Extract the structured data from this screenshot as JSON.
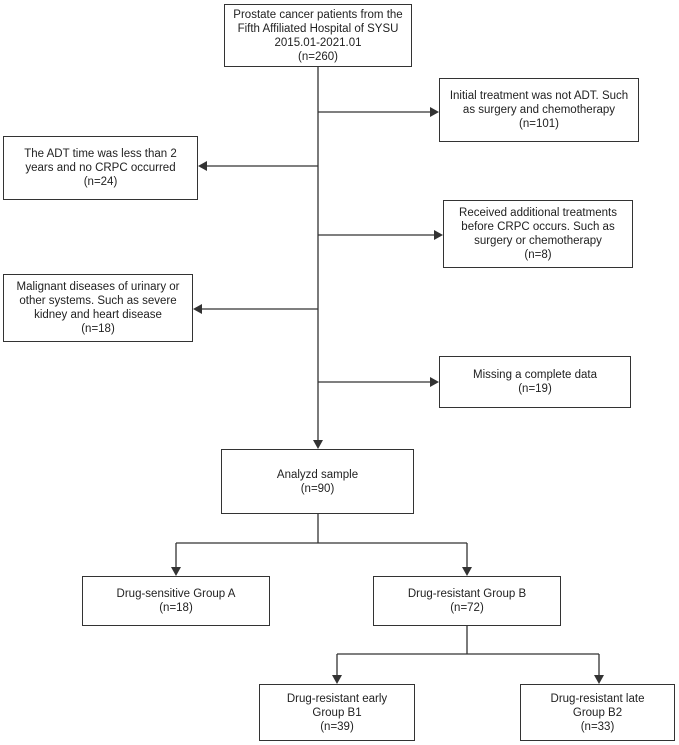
{
  "flowchart": {
    "source": {
      "lines": [
        "Prostate cancer patients from the",
        "Fifth Affiliated Hospital of SYSU",
        "2015.01-2021.01",
        "(n=260)"
      ]
    },
    "exclusions_right": [
      {
        "lines": [
          "Initial treatment was not ADT. Such",
          "as surgery and chemotherapy",
          "(n=101)"
        ]
      },
      {
        "lines": [
          "Received additional treatments",
          "before CRPC occurs. Such as",
          "surgery or chemotherapy",
          "(n=8)"
        ]
      },
      {
        "lines": [
          "Missing a complete data",
          "(n=19)"
        ]
      }
    ],
    "exclusions_left": [
      {
        "lines": [
          "The ADT time was less than 2",
          "years and no CRPC occurred",
          "(n=24)"
        ]
      },
      {
        "lines": [
          "Malignant diseases of urinary or",
          "other systems. Such as severe",
          "kidney and heart disease",
          "(n=18)"
        ]
      }
    ],
    "analyzed": {
      "lines": [
        "Analyzd sample",
        "(n=90)"
      ]
    },
    "group_a": {
      "lines": [
        "Drug-sensitive  Group A",
        "(n=18)"
      ]
    },
    "group_b": {
      "lines": [
        "Drug-resistant Group B",
        "(n=72)"
      ]
    },
    "group_b1": {
      "lines": [
        "Drug-resistant  early",
        "Group B1",
        "(n=39)"
      ]
    },
    "group_b2": {
      "lines": [
        "Drug-resistant  late",
        "Group B2",
        "(n=33)"
      ]
    }
  }
}
